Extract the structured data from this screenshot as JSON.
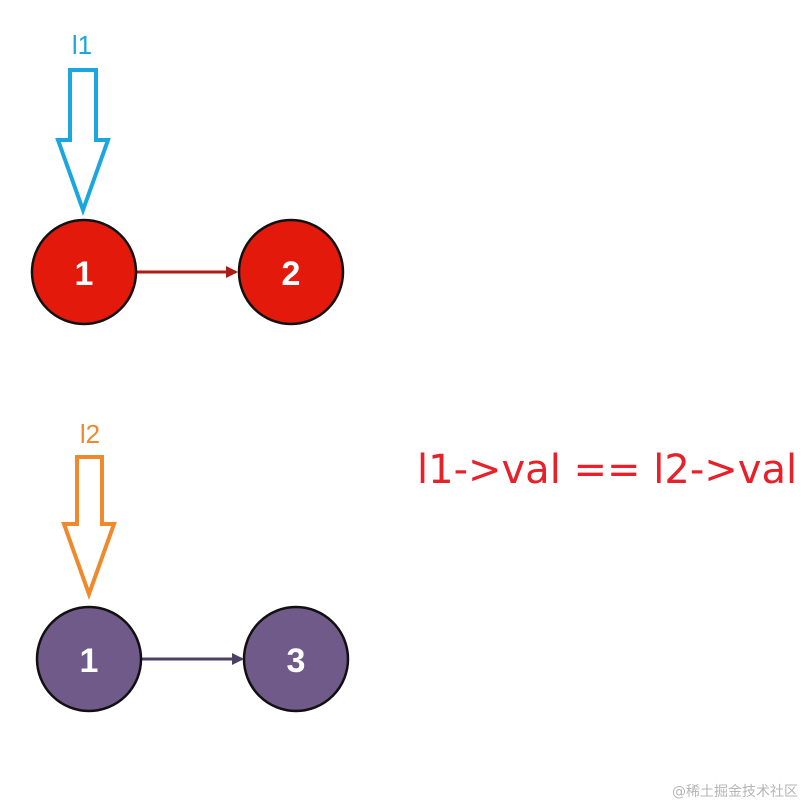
{
  "colors": {
    "l1_pointer": "#1aa7e0",
    "l2_pointer": "#f0892c",
    "list1_fill": "#e31a0b",
    "list1_link": "#b01a15",
    "list2_fill": "#6f5a8a",
    "list2_link": "#4e3f66",
    "expression": "#e8202a",
    "node_stroke": "#111111"
  },
  "pointers": {
    "l1": {
      "label": "l1",
      "icon": "down-arrow-outline-icon"
    },
    "l2": {
      "label": "l2",
      "icon": "down-arrow-outline-icon"
    }
  },
  "list1": {
    "nodes": [
      {
        "value": "1"
      },
      {
        "value": "2"
      }
    ]
  },
  "list2": {
    "nodes": [
      {
        "value": "1"
      },
      {
        "value": "3"
      }
    ]
  },
  "expression": "l1->val == l2->val",
  "watermark": "@稀土掘金技术社区"
}
